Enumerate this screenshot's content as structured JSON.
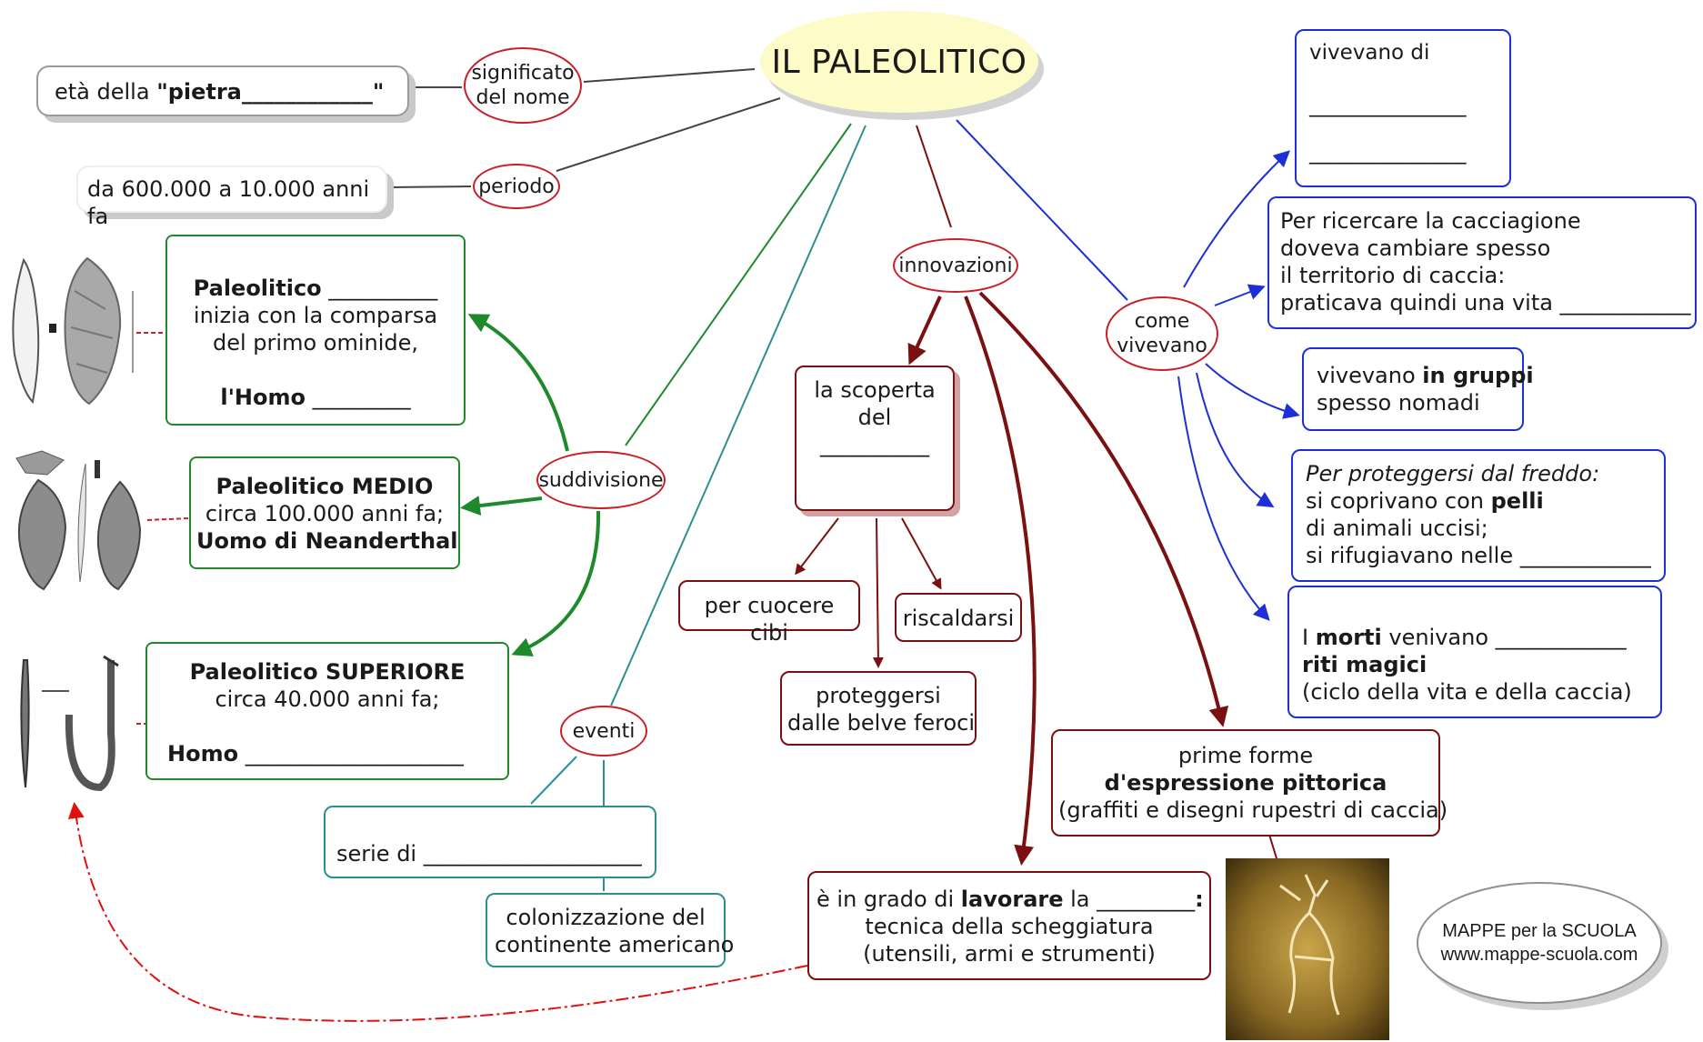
{
  "title": "IL PALEOLITICO",
  "left": {
    "significato_label": [
      "significato",
      "del nome"
    ],
    "significato_text": {
      "prefix": "età della ",
      "bold": "\"pietra____________\""
    },
    "periodo_label": "periodo",
    "periodo_text": "da 600.000 a 10.000 anni fa",
    "suddivisione_label": "suddivisione",
    "inferiore": {
      "l1_bold": "Paleolitico",
      "l1_rest": " __________",
      "l2": "inizia con la comparsa",
      "l3": "del primo ominide,",
      "l4_bold": "l'Homo",
      "l4_rest": " _________"
    },
    "medio": {
      "l1": "Paleolitico MEDIO",
      "l2": "circa 100.000 anni fa;",
      "l3": "Uomo di Neanderthal"
    },
    "superiore": {
      "l1": "Paleolitico SUPERIORE",
      "l2": "circa 40.000 anni fa;",
      "l3_bold": "Homo",
      "l3_rest": " ____________________"
    },
    "eventi_label": "eventi",
    "serie": "serie di ____________________",
    "colonizzazione": [
      "colonizzazione del",
      "continente americano"
    ]
  },
  "middle": {
    "innovazioni_label": "innovazioni",
    "scoperta": [
      "la scoperta",
      "del",
      "",
      "__________"
    ],
    "cuocere": "per cuocere cibi",
    "riscaldarsi": "riscaldarsi",
    "proteggersi": [
      "proteggersi",
      "dalle belve feroci"
    ],
    "lavorare": {
      "l1_pre": "è in grado di ",
      "l1_bold": "lavorare",
      "l1_mid": " la ",
      "l1_blank": "_________",
      "l1_end": ":",
      "l2": "tecnica della scheggiatura",
      "l3": "(utensili, armi e strumenti)"
    },
    "pittorica": {
      "l1": "prime forme",
      "l2": "d'espressione pittorica",
      "l3": "(graffiti e disegni rupestri di caccia)"
    }
  },
  "right": {
    "come_label": [
      "come",
      "vivevano"
    ],
    "vivevano_di": [
      "vivevano di",
      "_______________",
      "_______________"
    ],
    "cacciagione": [
      "Per ricercare la cacciagione",
      "doveva cambiare spesso",
      "il territorio di caccia:",
      "praticava quindi una vita ____________"
    ],
    "gruppi": {
      "l1_pre": "vivevano ",
      "l1_bold": "in gruppi",
      "l2": "spesso nomadi"
    },
    "freddo": {
      "l1": "Per proteggersi dal freddo:",
      "l2_pre": "si coprivano con ",
      "l2_bold": "pelli",
      "l3": "di animali uccisi;",
      "l4": "si rifugiavano nelle ____________"
    },
    "morti": {
      "l1_pre": "I ",
      "l1_bold": "morti",
      "l1_rest": " venivano ____________",
      "l2": "riti magici",
      "l3": "(ciclo della vita e della caccia)"
    }
  },
  "brand": [
    "MAPPE per la SCUOLA",
    "www.mappe-scuola.com"
  ],
  "colors": {
    "red": "#c8202a",
    "dark_red": "#7a1010",
    "green": "#1f8a2c",
    "blue": "#1f2fd6",
    "teal": "#2e8f8f",
    "title_fill": "#fdfbc7"
  }
}
